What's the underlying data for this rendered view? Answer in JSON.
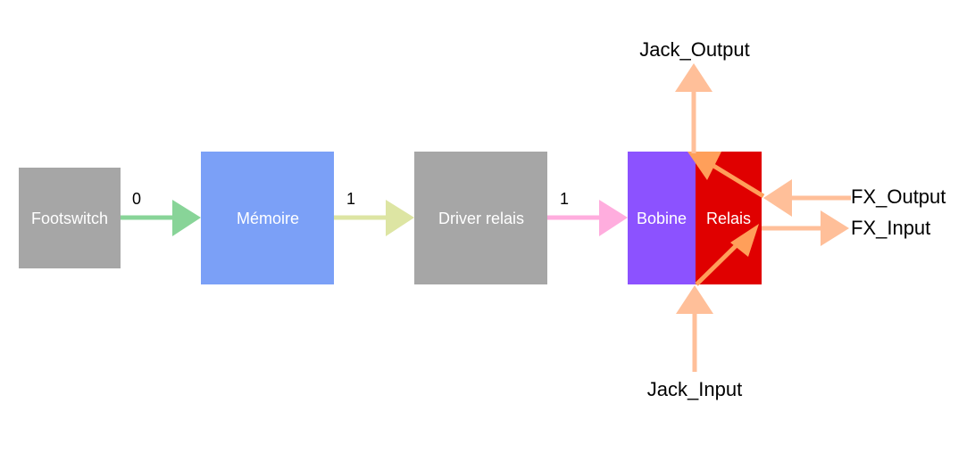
{
  "diagram": {
    "blocks": {
      "footswitch": {
        "label": "Footswitch",
        "color": "#a6a6a6"
      },
      "memoire": {
        "label": "Mémoire",
        "color": "#7ba0f7"
      },
      "driver": {
        "label": "Driver relais",
        "color": "#a6a6a6"
      },
      "bobine": {
        "label": "Bobine",
        "color": "#8c52ff"
      },
      "relais": {
        "label": "Relais",
        "color": "#e00000"
      }
    },
    "signals": {
      "footswitch_to_memoire": {
        "value": "0",
        "color": "#88d498"
      },
      "memoire_to_driver": {
        "value": "1",
        "color": "#dde5a3"
      },
      "driver_to_bobine": {
        "value": "1",
        "color": "#ffadde"
      }
    },
    "ports": {
      "jack_output": "Jack_Output",
      "jack_input": "Jack_Input",
      "fx_output": "FX_Output",
      "fx_input": "FX_Input"
    },
    "audio_color": "#ffbf99",
    "audio_arrow_color": "#ff9f5a"
  }
}
